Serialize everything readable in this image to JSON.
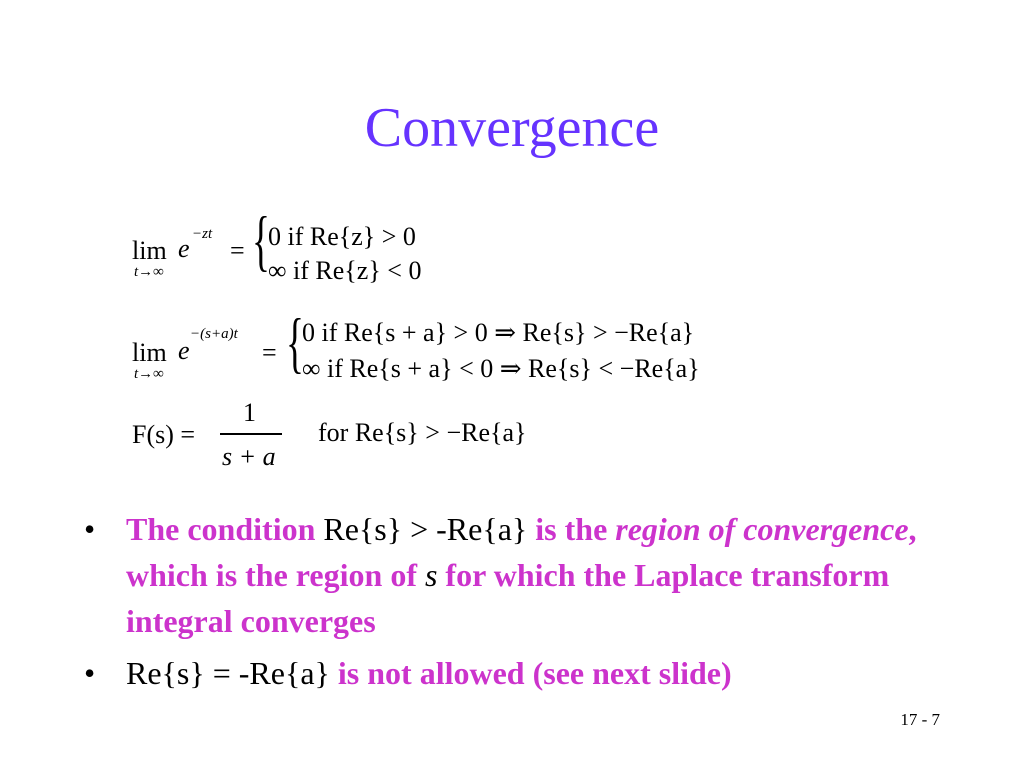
{
  "slide": {
    "title": "Convergence",
    "page_number": "17 - 7"
  },
  "equations": {
    "eq1": {
      "lim": "lim",
      "lim_sub": "t→∞",
      "base": "e",
      "exponent": "−zt",
      "equals": "=",
      "case1": "0  if  Re{z} > 0",
      "case2": "∞  if  Re{z} < 0"
    },
    "eq2": {
      "lim": "lim",
      "lim_sub": "t→∞",
      "base": "e",
      "exponent": "−(s+a)t",
      "equals": "=",
      "case1": "0  if  Re{s + a} > 0 ⇒ Re{s} > −Re{a}",
      "case2": "∞  if  Re{s + a} < 0 ⇒ Re{s} < −Re{a}"
    },
    "eq3": {
      "lhs": "F(s) =",
      "numerator": "1",
      "denominator": "s + a",
      "condition": "for  Re{s} > −Re{a}"
    }
  },
  "bullets": {
    "b1": {
      "p1": "The condition ",
      "math1": "Re{s} > -Re{a}",
      "p2": " is the ",
      "italic": "region of convergence",
      "p3": ", which is the region of ",
      "math2": "s",
      "p4": " for which the Laplace transform integral converges"
    },
    "b2": {
      "math": "Re{s} = -Re{a}",
      "text": " is not allowed (see next slide)"
    }
  },
  "colors": {
    "title": "#6633ff",
    "bullet_text": "#cc33cc"
  }
}
